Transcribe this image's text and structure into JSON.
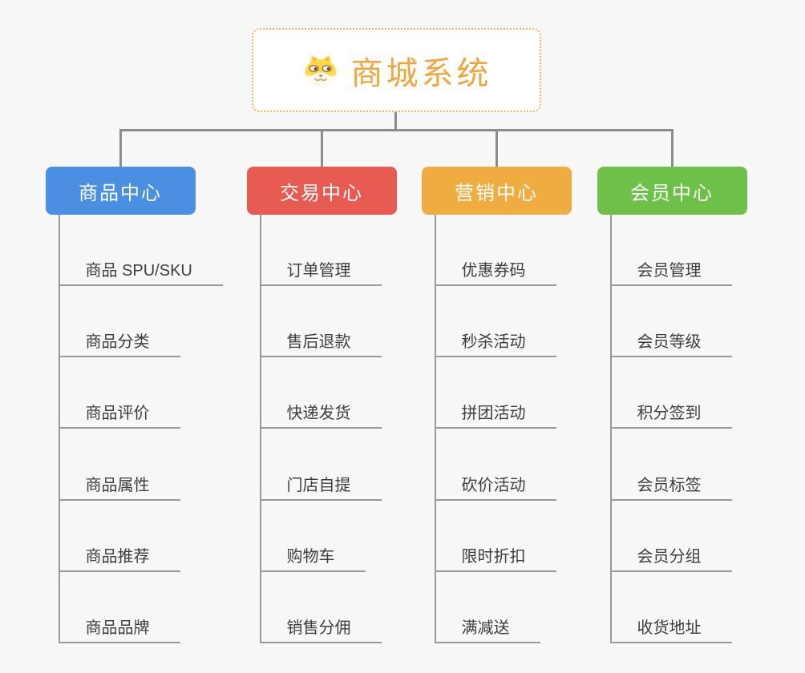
{
  "root": {
    "title": "商城系统",
    "icon": "dog-face-icon"
  },
  "branches": [
    {
      "slug": "product-center",
      "label": "商品中心",
      "color": "#4B8FE2",
      "items": [
        "商品 SPU/SKU",
        "商品分类",
        "商品评价",
        "商品属性",
        "商品推荐",
        "商品品牌"
      ]
    },
    {
      "slug": "trade-center",
      "label": "交易中心",
      "color": "#E75B53",
      "items": [
        "订单管理",
        "售后退款",
        "快递发货",
        "门店自提",
        "购物车",
        "销售分佣"
      ]
    },
    {
      "slug": "marketing-center",
      "label": "营销中心",
      "color": "#EEAC41",
      "items": [
        "优惠券码",
        "秒杀活动",
        "拼团活动",
        "砍价活动",
        "限时折扣",
        "满减送"
      ]
    },
    {
      "slug": "member-center",
      "label": "会员中心",
      "color": "#6DC149",
      "items": [
        "会员管理",
        "会员等级",
        "积分签到",
        "会员标签",
        "会员分组",
        "收货地址"
      ]
    }
  ],
  "colors": {
    "background": "#f7f7f7",
    "connector": "#8c8c8c",
    "leaf_line": "#999999",
    "leaf_text": "#3d3d3d",
    "root_accent": "#F0A63E",
    "root_border": "#F2B457"
  }
}
